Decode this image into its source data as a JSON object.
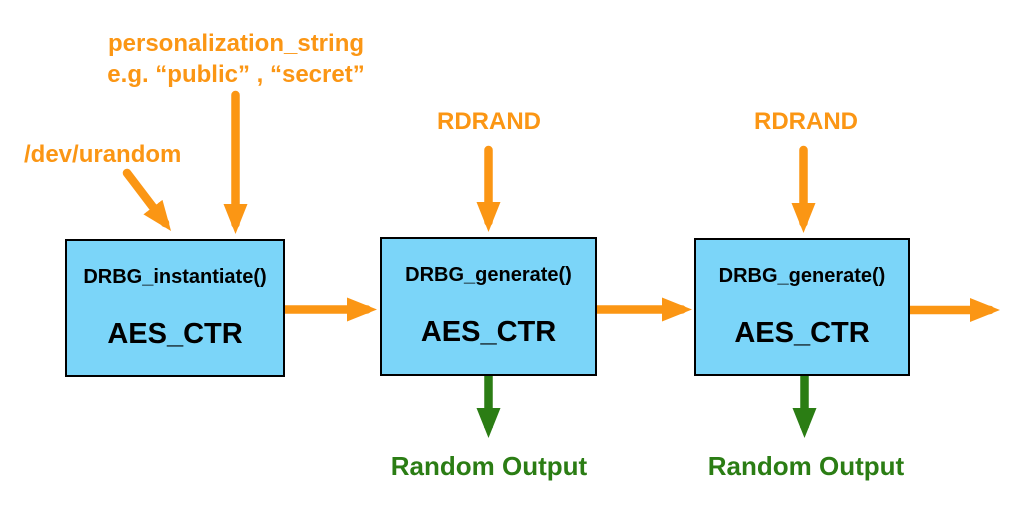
{
  "diagram": {
    "title_context": "DRBG pipeline diagram",
    "inputs": {
      "personalization_line1": "personalization_string",
      "personalization_line2": "e.g. “public” , “secret”",
      "dev_urandom": "/dev/urandom",
      "rdrand_box2": "RDRAND",
      "rdrand_box3": "RDRAND"
    },
    "boxes": [
      {
        "function": "DRBG_instantiate()",
        "algorithm": "AES_CTR"
      },
      {
        "function": "DRBG_generate()",
        "algorithm": "AES_CTR"
      },
      {
        "function": "DRBG_generate()",
        "algorithm": "AES_CTR"
      }
    ],
    "outputs": {
      "random_output_box2": "Random Output",
      "random_output_box3": "Random Output"
    },
    "colors": {
      "label_and_arrow_orange": "#FB9614",
      "box_fill_blue": "#7BD5F9",
      "box_border": "#000000",
      "output_green": "#2B7D14",
      "background": "#FFFFFF"
    }
  }
}
